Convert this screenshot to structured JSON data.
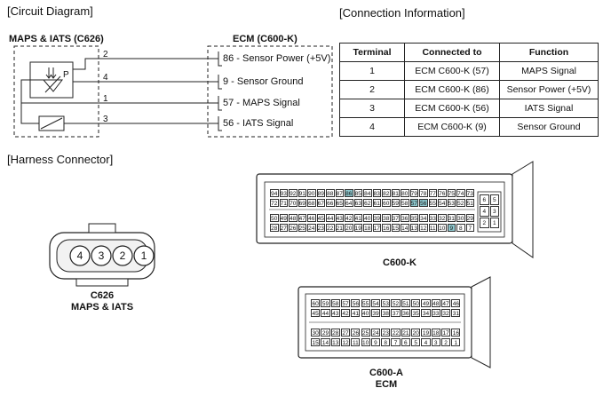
{
  "sections": {
    "circuit": "[Circuit Diagram]",
    "connection": "[Connection Information]",
    "harness": "[Harness Connector]"
  },
  "sensor": {
    "title": "MAPS & IATS (C626)",
    "pin_2": "2",
    "pin_4": "4",
    "pin_1": "1",
    "pin_3": "3",
    "p_label": "P"
  },
  "ecm": {
    "title": "ECM (C600-K)",
    "signals": [
      "86 - Sensor Power (+5V)",
      "9 - Sensor Ground",
      "57 - MAPS Signal",
      "56 - IATS Signal"
    ]
  },
  "table": {
    "headers": [
      "Terminal",
      "Connected to",
      "Function"
    ],
    "rows": [
      [
        "1",
        "ECM C600-K (57)",
        "MAPS Signal"
      ],
      [
        "2",
        "ECM C600-K (86)",
        "Sensor Power (+5V)"
      ],
      [
        "3",
        "ECM C600-K (56)",
        "IATS Signal"
      ],
      [
        "4",
        "ECM C600-K (9)",
        "Sensor Ground"
      ]
    ]
  },
  "c626": {
    "pins": [
      "4",
      "3",
      "2",
      "1"
    ],
    "caption_line1": "C626",
    "caption_line2": "MAPS & IATS"
  },
  "c600k": {
    "caption": "C600-K",
    "highlight_color": "#8fc9cf",
    "highlighted": [
      "86",
      "57",
      "56",
      "9"
    ],
    "rows": [
      [
        "94",
        "93",
        "92",
        "91",
        "90",
        "89",
        "88",
        "87",
        "86",
        "85",
        "84",
        "83",
        "82",
        "81",
        "80",
        "79",
        "78",
        "77",
        "76",
        "75",
        "74",
        "73"
      ],
      [
        "72",
        "71",
        "70",
        "69",
        "68",
        "67",
        "66",
        "65",
        "64",
        "63",
        "62",
        "61",
        "60",
        "59",
        "58",
        "57",
        "56",
        "55",
        "54",
        "53",
        "52",
        "51"
      ],
      [
        "50",
        "49",
        "48",
        "47",
        "46",
        "45",
        "44",
        "43",
        "42",
        "41",
        "40",
        "39",
        "38",
        "37",
        "36",
        "35",
        "34",
        "33",
        "32",
        "31",
        "30",
        "29"
      ],
      [
        "28",
        "27",
        "26",
        "25",
        "24",
        "23",
        "22",
        "21",
        "20",
        "19",
        "18",
        "17",
        "16",
        "15",
        "14",
        "13",
        "12",
        "11",
        "10",
        "9",
        "8",
        "7"
      ]
    ],
    "side_rows": [
      [
        "6",
        "5"
      ],
      [
        "4",
        "3"
      ],
      [
        "2",
        "1"
      ]
    ]
  },
  "c600a": {
    "caption_line1": "C600-A",
    "caption_line2": "ECM",
    "rows": [
      [
        "60",
        "59",
        "58",
        "57",
        "56",
        "55",
        "54",
        "53",
        "52",
        "51",
        "50",
        "49",
        "48",
        "47",
        "46"
      ],
      [
        "45",
        "44",
        "43",
        "42",
        "41",
        "40",
        "39",
        "38",
        "37",
        "36",
        "35",
        "34",
        "33",
        "32",
        "31"
      ],
      [
        "30",
        "29",
        "28",
        "27",
        "26",
        "25",
        "24",
        "23",
        "22",
        "21",
        "20",
        "19",
        "18",
        "17",
        "16"
      ],
      [
        "15",
        "14",
        "13",
        "12",
        "11",
        "10",
        "9",
        "8",
        "7",
        "6",
        "5",
        "4",
        "3",
        "2",
        "1"
      ]
    ]
  }
}
